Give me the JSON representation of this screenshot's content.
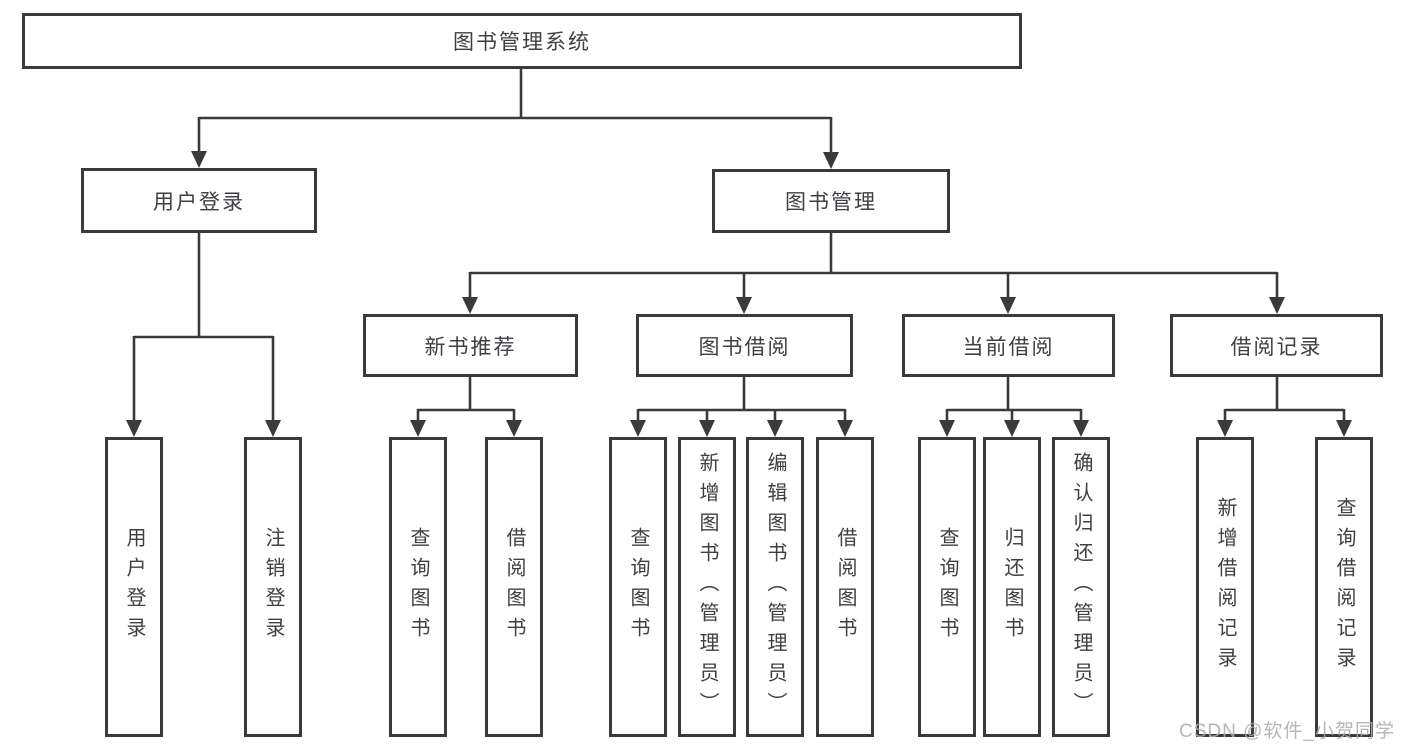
{
  "diagram": {
    "colors": {
      "line": "#3a3a3a",
      "text": "#3f3f44",
      "box_background": "#ffffff",
      "watermark": "#acacac"
    },
    "nodes": {
      "root": {
        "label": "图书管理系统"
      },
      "level2": [
        {
          "label": "用户登录"
        },
        {
          "label": "图书管理"
        }
      ],
      "level3": [
        {
          "label": "新书推荐",
          "parent": "图书管理"
        },
        {
          "label": "图书借阅",
          "parent": "图书管理"
        },
        {
          "label": "当前借阅",
          "parent": "图书管理"
        },
        {
          "label": "借阅记录",
          "parent": "图书管理"
        }
      ],
      "leaves": [
        {
          "label": "用户登录",
          "parent": "用户登录"
        },
        {
          "label": "注销登录",
          "parent": "用户登录"
        },
        {
          "label": "查询图书",
          "parent": "新书推荐"
        },
        {
          "label": "借阅图书",
          "parent": "新书推荐"
        },
        {
          "label": "查询图书",
          "parent": "图书借阅"
        },
        {
          "label": "新增图书（管理员）",
          "parent": "图书借阅"
        },
        {
          "label": "编辑图书（管理员）",
          "parent": "图书借阅"
        },
        {
          "label": "借阅图书",
          "parent": "图书借阅"
        },
        {
          "label": "查询图书",
          "parent": "当前借阅"
        },
        {
          "label": "归还图书",
          "parent": "当前借阅"
        },
        {
          "label": "确认归还（管理员）",
          "parent": "当前借阅"
        },
        {
          "label": "新增借阅记录",
          "parent": "借阅记录"
        },
        {
          "label": "查询借阅记录",
          "parent": "借阅记录"
        }
      ]
    },
    "watermark": "CSDN @软件_小贺同学"
  }
}
